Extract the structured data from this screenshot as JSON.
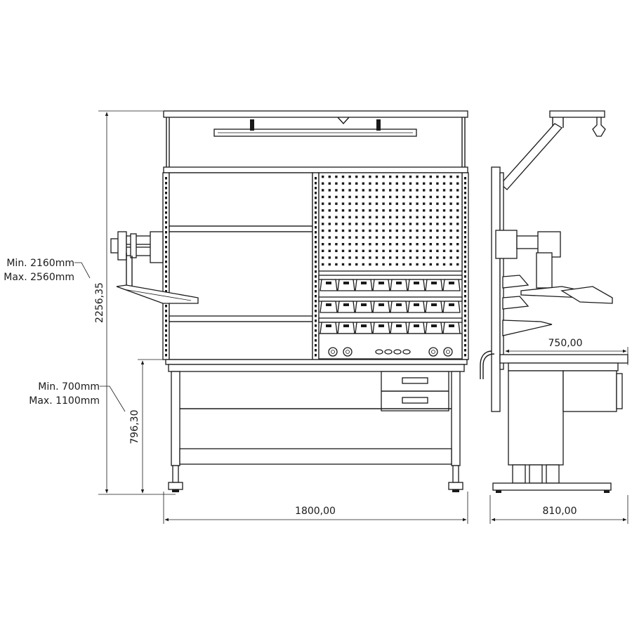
{
  "annotations": {
    "height_range_top": [
      "Min. 2160mm",
      "Max. 2560mm"
    ],
    "height_range_desk": [
      "Min. 700mm",
      "Max. 1100mm"
    ]
  },
  "dimensions": {
    "total_height": "2256,35",
    "desk_height": "796,30",
    "front_width": "1800,00",
    "side_depth": "810,00",
    "top_depth": "750,00"
  }
}
